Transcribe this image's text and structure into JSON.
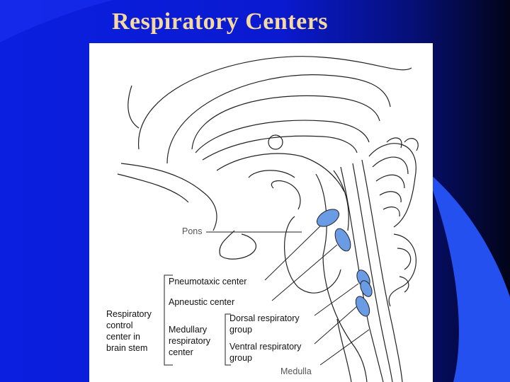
{
  "slide": {
    "title": "Respiratory Centers"
  },
  "diagram": {
    "labels": {
      "pons": "Pons",
      "pneumotaxic": "Pneumotaxic center",
      "apneustic": "Apneustic center",
      "dorsal": "Dorsal respiratory\ngroup",
      "ventral": "Ventral respiratory\ngroup",
      "medulla": "Medulla",
      "control": "Respiratory\ncontrol\ncenter in\nbrain stem",
      "medullary": "Medullary\nrespiratory\ncenter"
    },
    "colors": {
      "center_fill": "#6a9ce6",
      "line": "#222222"
    }
  }
}
